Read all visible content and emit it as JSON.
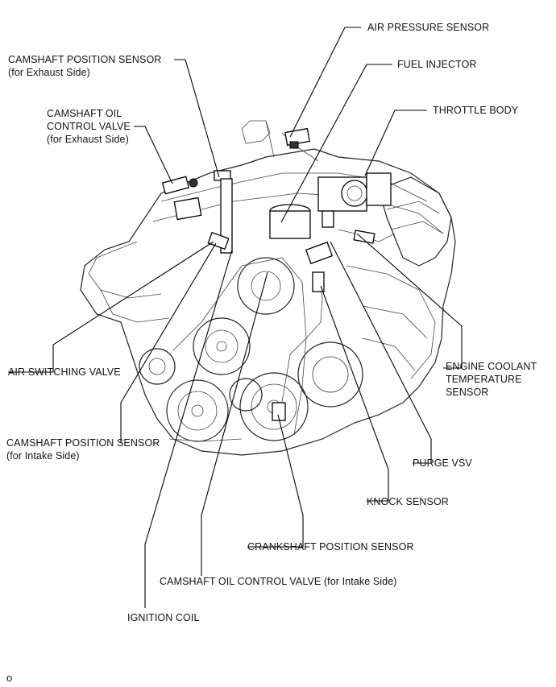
{
  "labels": {
    "air_pressure_sensor": "AIR PRESSURE SENSOR",
    "camshaft_position_sensor_exhaust": [
      "CAMSHAFT POSITION SENSOR",
      "(for Exhaust Side)"
    ],
    "fuel_injector": "FUEL INJECTOR",
    "camshaft_oil_control_valve_exhaust": [
      "CAMSHAFT OIL",
      "CONTROL VALVE",
      "(for Exhaust Side)"
    ],
    "throttle_body": "THROTTLE BODY",
    "air_switching_valve": "AIR SWITCHING VALVE",
    "engine_coolant_temperature_sensor": [
      "ENGINE COOLANT",
      "TEMPERATURE",
      "SENSOR"
    ],
    "camshaft_position_sensor_intake": [
      "CAMSHAFT POSITION SENSOR",
      "(for Intake Side)"
    ],
    "purge_vsv": "PURGE VSV",
    "knock_sensor": "KNOCK SENSOR",
    "crankshaft_position_sensor": "CRANKSHAFT POSITION SENSOR",
    "camshaft_oil_control_valve_intake": "CAMSHAFT OIL CONTROL VALVE (for Intake Side)",
    "ignition_coil": "IGNITION COIL"
  },
  "figure_code": "o"
}
